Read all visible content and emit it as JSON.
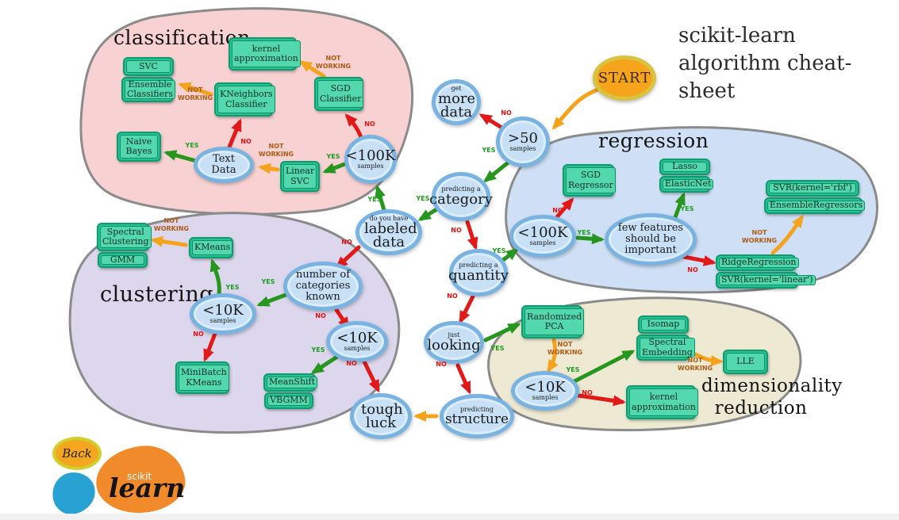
{
  "title": {
    "line1": "scikit-learn",
    "line2": "algorithm cheat-sheet"
  },
  "start_label": "START",
  "sections": {
    "classification": "classification",
    "regression": "regression",
    "clustering": "clustering",
    "dimensionality_reduction": "dimensionality reduction"
  },
  "edge_labels": {
    "yes": "YES",
    "no": "NO",
    "not_working": "NOT WORKING"
  },
  "nodes": {
    "more_data": {
      "pre": "get",
      "main": "more data"
    },
    "over_50_samples": {
      "main": ">50",
      "sub": "samples"
    },
    "predicting_category": {
      "pre": "predicting a",
      "main": "category"
    },
    "labeled_data": {
      "pre": "do you have",
      "main": "labeled data"
    },
    "predicting_quantity": {
      "pre": "predicting a",
      "main": "quantity"
    },
    "under_100k_classification": {
      "main": "<100K",
      "sub": "samples"
    },
    "under_100k_regression": {
      "main": "<100K",
      "sub": "samples"
    },
    "few_features": {
      "main": "few features should be important"
    },
    "text_data": {
      "main": "Text Data"
    },
    "number_of_categories": {
      "main": "number of categories known"
    },
    "under_10k_clustering_left": {
      "main": "<10K",
      "sub": "samples"
    },
    "under_10k_clustering_right": {
      "main": "<10K",
      "sub": "samples"
    },
    "under_10k_dimred": {
      "main": "<10K",
      "sub": "samples"
    },
    "just_looking": {
      "pre": "just",
      "main": "looking"
    },
    "predicting_structure": {
      "pre": "predicting",
      "main": "structure"
    },
    "tough_luck": {
      "main": "tough luck"
    }
  },
  "estimators": {
    "kernel_approximation_classification": "kernel approximation",
    "svc": "SVC",
    "ensemble_classifiers": "Ensemble Classifiers",
    "kneighbors_classifier": "KNeighbors Classifier",
    "sgd_classifier": "SGD Classifier",
    "naive_bayes": "Naive Bayes",
    "linear_svc": "Linear SVC",
    "sgd_regressor": "SGD Regressor",
    "lasso": "Lasso",
    "elasticnet": "ElasticNet",
    "svr_rbf": "SVR(kernel='rbf')",
    "ensemble_regressors": "EnsembleRegressors",
    "ridge_regression": "RidgeRegression",
    "svr_linear": "SVR(kernel='linear')",
    "spectral_clustering": "Spectral Clustering",
    "gmm": "GMM",
    "kmeans": "KMeans",
    "minibatch_kmeans": "MiniBatch KMeans",
    "meanshift": "MeanShift",
    "vbgmm": "VBGMM",
    "randomized_pca": "Randomized PCA",
    "isomap": "Isomap",
    "spectral_embedding": "Spectral Embedding",
    "lle": "LLE",
    "kernel_approximation_dimred": "kernel approximation"
  },
  "logo": {
    "back": "Back",
    "scikit": "scikit",
    "learn": "learn"
  },
  "colors": {
    "box_green": "#29c095",
    "box_green_light": "#53d7ad",
    "box_border": "#0c9c6d",
    "node_fill": "#c7e0f6",
    "node_border": "#79b3e1",
    "start_fill": "#f6a41c",
    "start_border": "#d9c23e",
    "arrow_yes": "#27961f",
    "arrow_no": "#e11919",
    "arrow_not_working": "#f5a31c",
    "label_yes": "#1e9c1e",
    "label_no": "#e51212",
    "label_not_working": "#b05a14",
    "blob_classification": "#f8d2d3",
    "blob_regression": "#cfe0f6",
    "blob_clustering": "#dcd7ed",
    "blob_dimred": "#eee9d3",
    "blob_border": "#8b8b8b",
    "logo_blue": "#28a2d3",
    "logo_orange": "#f08a2b"
  }
}
